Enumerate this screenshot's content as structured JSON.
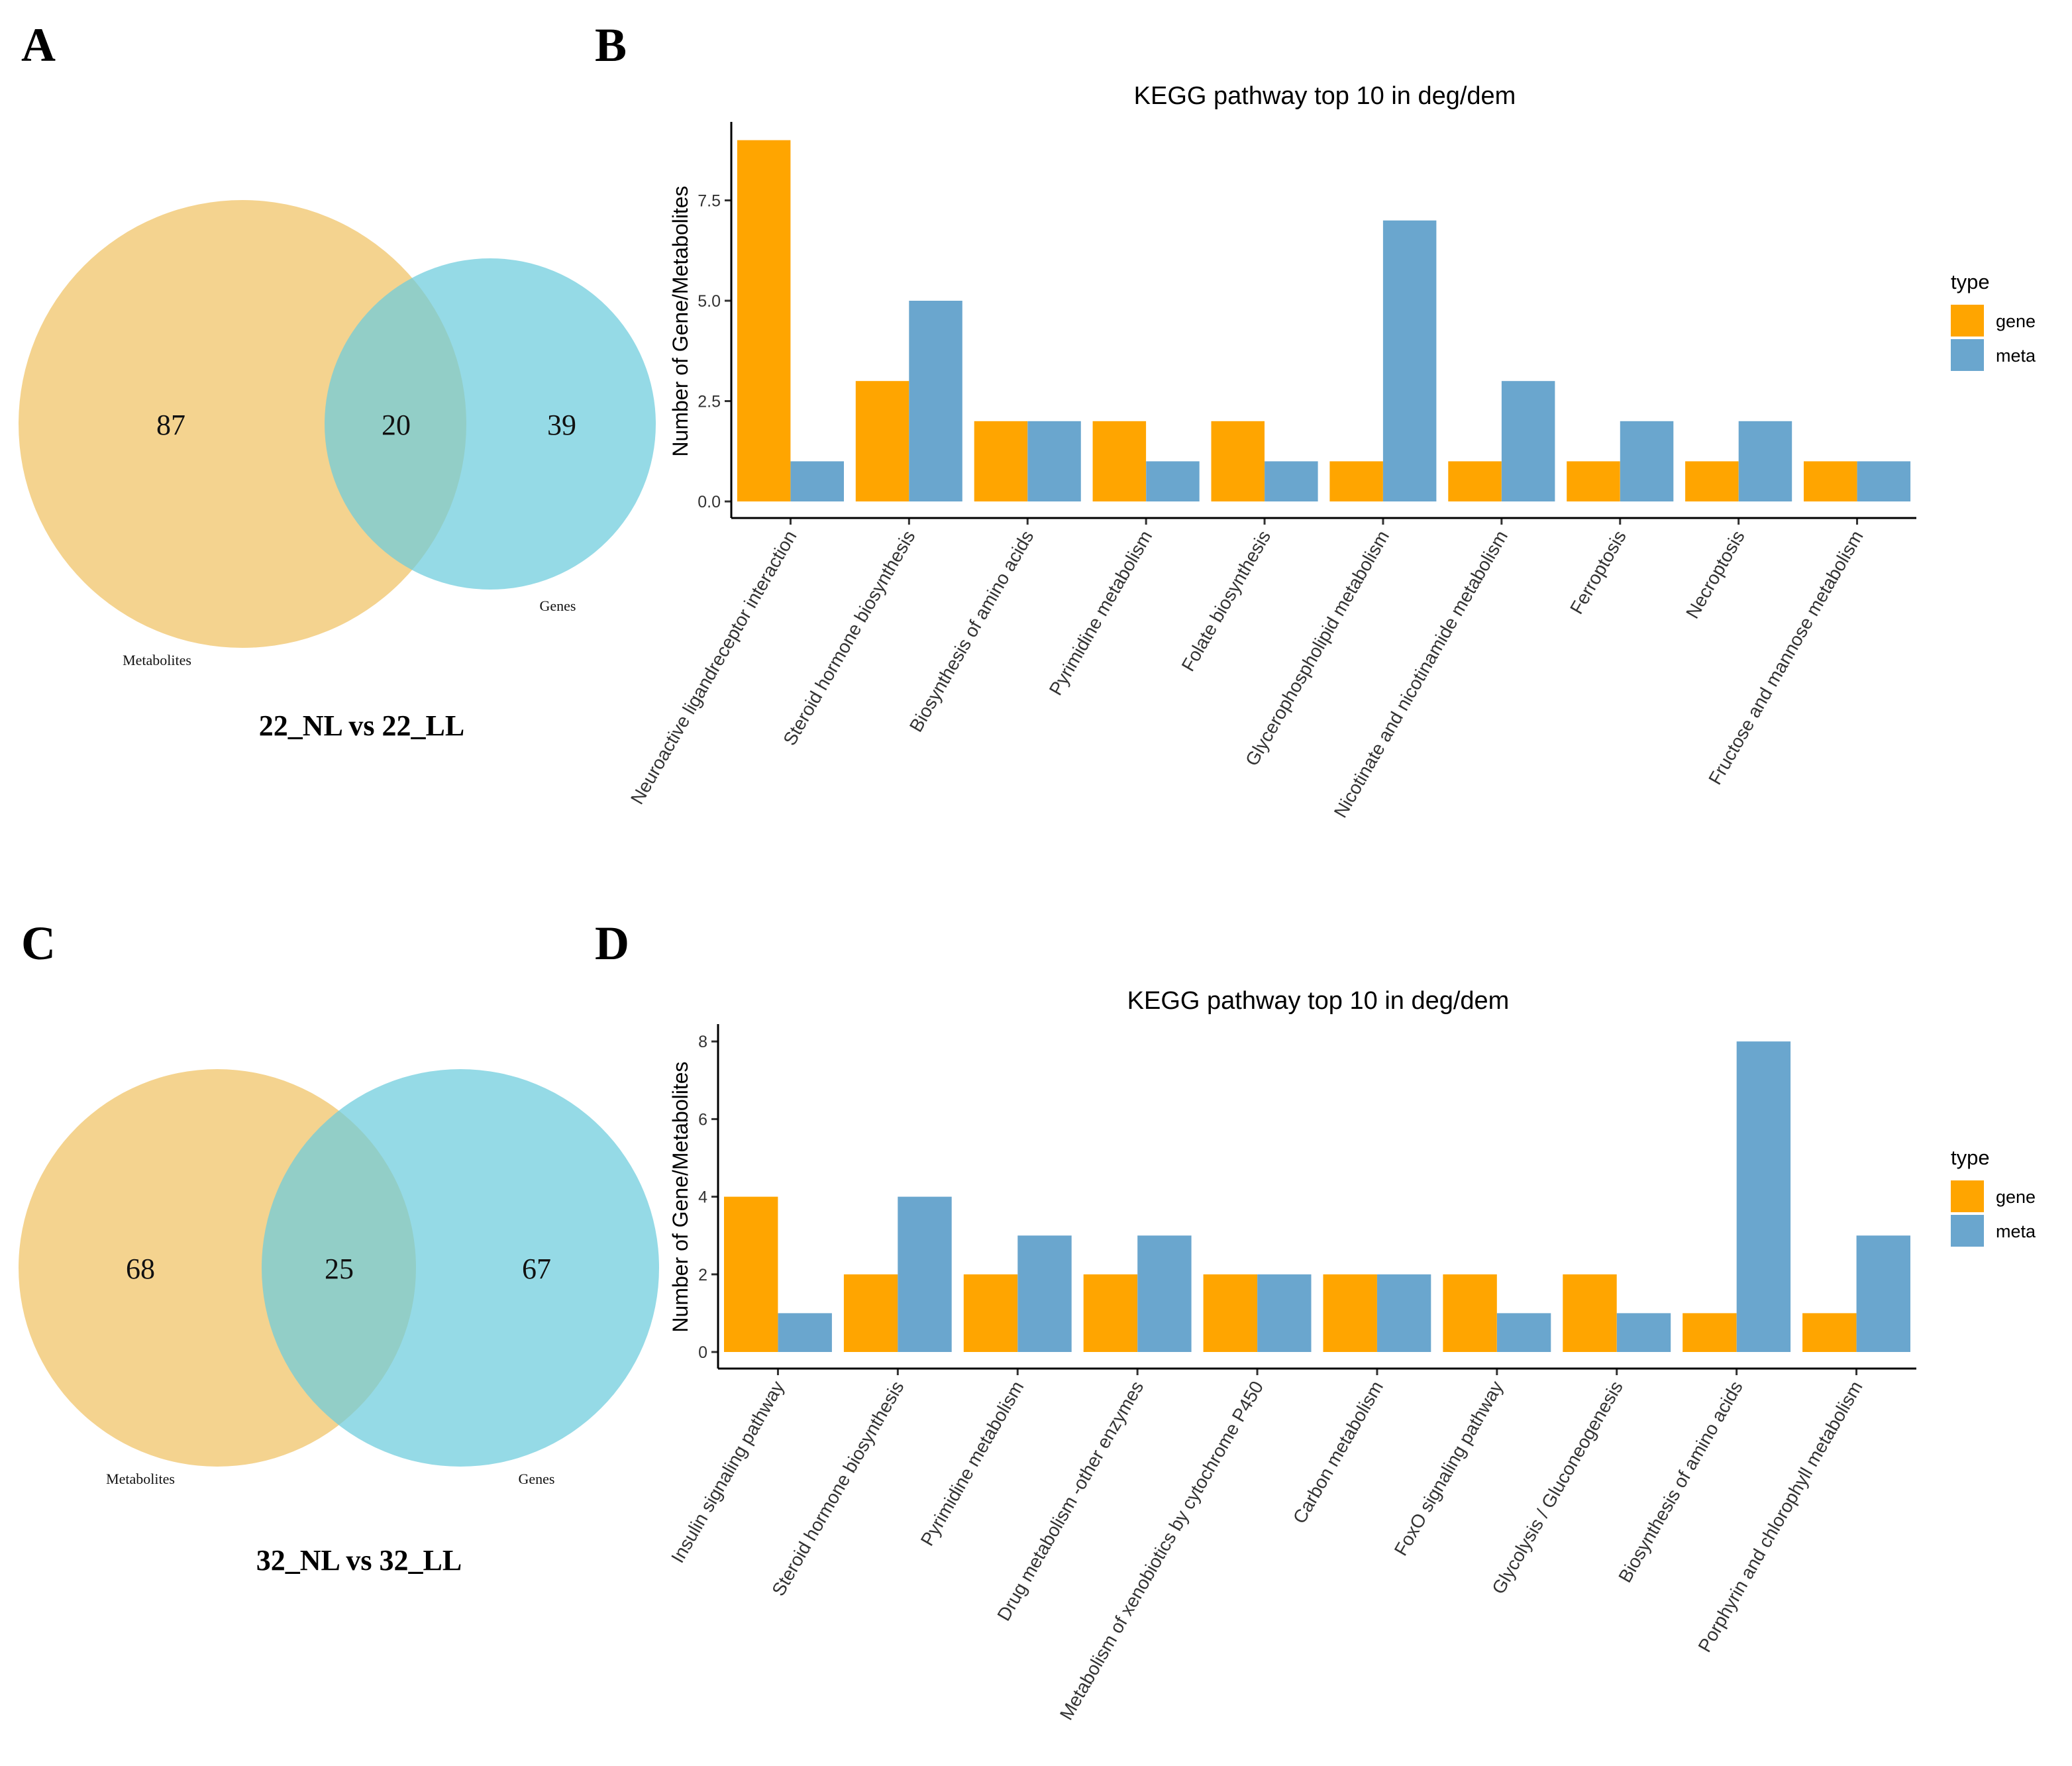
{
  "panels": {
    "A": "A",
    "B": "B",
    "C": "C",
    "D": "D"
  },
  "venn_top": {
    "left_only": "87",
    "overlap": "20",
    "right_only": "39",
    "left_set": "Metabolites",
    "right_set": "Genes",
    "caption": "22_NL vs 22_LL"
  },
  "venn_bottom": {
    "left_only": "68",
    "overlap": "25",
    "right_only": "67",
    "left_set": "Metabolites",
    "right_set": "Genes",
    "caption": "32_NL vs 32_LL"
  },
  "colors": {
    "gene": "#FFA500",
    "meta": "#6AA6CE",
    "venn_metabolites": "#F0C46A",
    "venn_genes": "#6CCCDD"
  },
  "chart_data": [
    {
      "type": "bar",
      "title": "KEGG pathway top 10 in deg/dem",
      "ylabel": "Number of Gene/Metabolites",
      "xlabel": "",
      "ylim": [
        0,
        9.4
      ],
      "yticks": [
        "0.0",
        "2.5",
        "5.0",
        "7.5"
      ],
      "yticks_values": [
        0,
        2.5,
        5,
        7.5
      ],
      "grid": false,
      "legend_placement": "right",
      "legend_title": "type",
      "categories": [
        "Neuroactive ligandreceptor interaction",
        "Steroid hormone biosynthesis",
        "Biosynthesis of amino acids",
        "Pyrimidine metabolism",
        "Folate biosynthesis",
        "Glycerophospholipid metabolism",
        "Nicotinate and nicotinamide metabolism",
        "Ferroptosis",
        "Necroptosis",
        "Fructose and mannose metabolism"
      ],
      "series": [
        {
          "name": "gene",
          "values": [
            9,
            3,
            2,
            2,
            2,
            1,
            1,
            1,
            1,
            1
          ]
        },
        {
          "name": "meta",
          "values": [
            1,
            5,
            2,
            1,
            1,
            7,
            3,
            2,
            2,
            1
          ]
        }
      ]
    },
    {
      "type": "bar",
      "title": "KEGG pathway top 10 in deg/dem",
      "ylabel": "Number of Gene/Metabolites",
      "xlabel": "",
      "ylim": [
        0,
        8.4
      ],
      "yticks": [
        "0",
        "2",
        "4",
        "6",
        "8"
      ],
      "yticks_values": [
        0,
        2,
        4,
        6,
        8
      ],
      "grid": false,
      "legend_placement": "right",
      "legend_title": "type",
      "categories": [
        "Insulin signaling pathway",
        "Steroid hormone biosynthesis",
        "Pyrimidine metabolism",
        "Drug metabolism -other enzymes",
        "Metabolism of xenobiotics by cytochrome P450",
        "Carbon metabolism",
        "FoxO signaling pathway",
        "Glycolysis / Gluconeogenesis",
        "Biosynthesis of amino acids",
        "Porphyrin and chlorophyll metabolism"
      ],
      "series": [
        {
          "name": "gene",
          "values": [
            4,
            2,
            2,
            2,
            2,
            2,
            2,
            2,
            1,
            1
          ]
        },
        {
          "name": "meta",
          "values": [
            1,
            4,
            3,
            3,
            2,
            2,
            1,
            1,
            8,
            3
          ]
        }
      ]
    }
  ]
}
